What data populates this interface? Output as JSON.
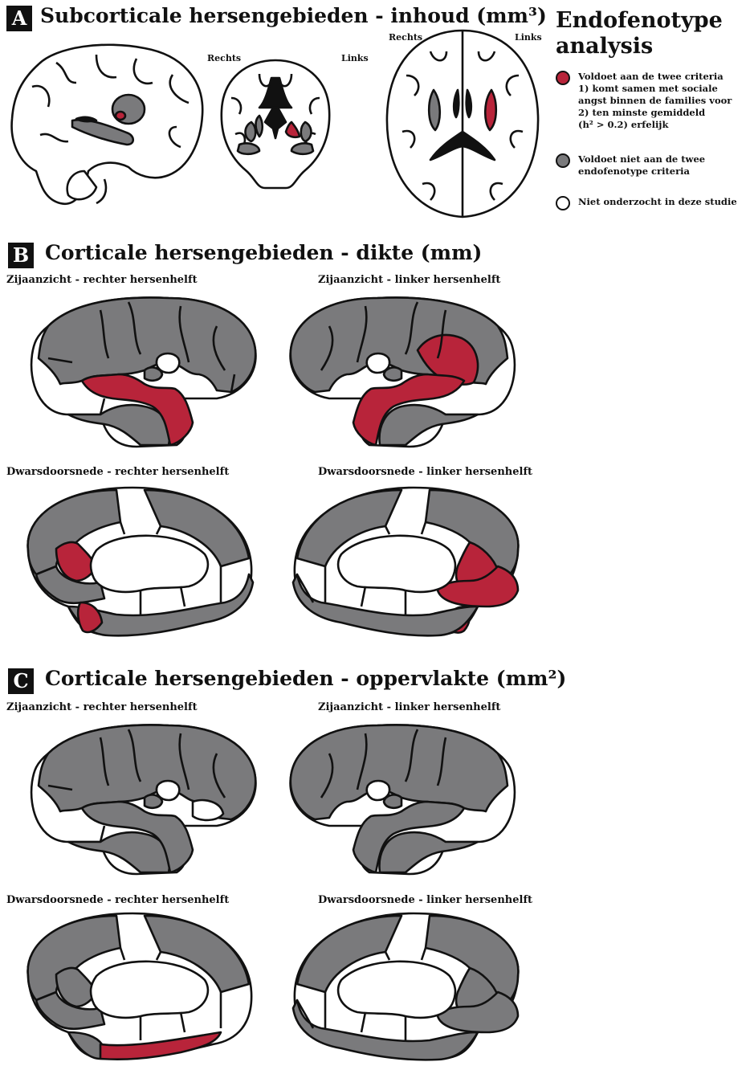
{
  "colors": {
    "criteria_met": "#b8243a",
    "criteria_not_met": "#7a7a7c",
    "not_studied": "#ffffff",
    "outline": "#111111"
  },
  "section_a": {
    "letter": "A",
    "title": "Subcorticale hersengebieden - inhoud (mm³)",
    "coronal_right": "Rechts",
    "coronal_left": "Links",
    "axial_right": "Rechts",
    "axial_left": "Links"
  },
  "legend": {
    "title_line1": "Endofenotype",
    "title_line2": "analysis",
    "items": [
      {
        "color": "#b8243a",
        "lines": [
          "Voldoet aan de twee criteria",
          "1) komt samen met sociale",
          "angst binnen de families voor",
          "2) ten minste gemiddeld",
          "(h² > 0.2) erfelijk"
        ]
      },
      {
        "color": "#7a7a7c",
        "lines": [
          "Voldoet niet aan de twee",
          "endofenotype criteria"
        ]
      },
      {
        "color": "#ffffff",
        "lines": [
          "Niet onderzocht in deze studie"
        ]
      }
    ]
  },
  "section_b": {
    "letter": "B",
    "title": "Corticale hersengebieden - dikte (mm)",
    "lateral_right": "Zijaanzicht - rechter hersenhelft",
    "lateral_left": "Zijaanzicht - linker hersenhelft",
    "medial_right": "Dwarsdoorsnede - rechter hersenhelft",
    "medial_left": "Dwarsdoorsnede - linker hersenhelft"
  },
  "section_c": {
    "letter": "C",
    "title": "Corticale hersengebieden - oppervlakte (mm²)",
    "lateral_right": "Zijaanzicht - rechter hersenhelft",
    "lateral_left": "Zijaanzicht - linker hersenhelft",
    "medial_right": "Dwarsdoorsnede - rechter hersenhelft",
    "medial_left": "Dwarsdoorsnede - linker hersenhelft"
  }
}
